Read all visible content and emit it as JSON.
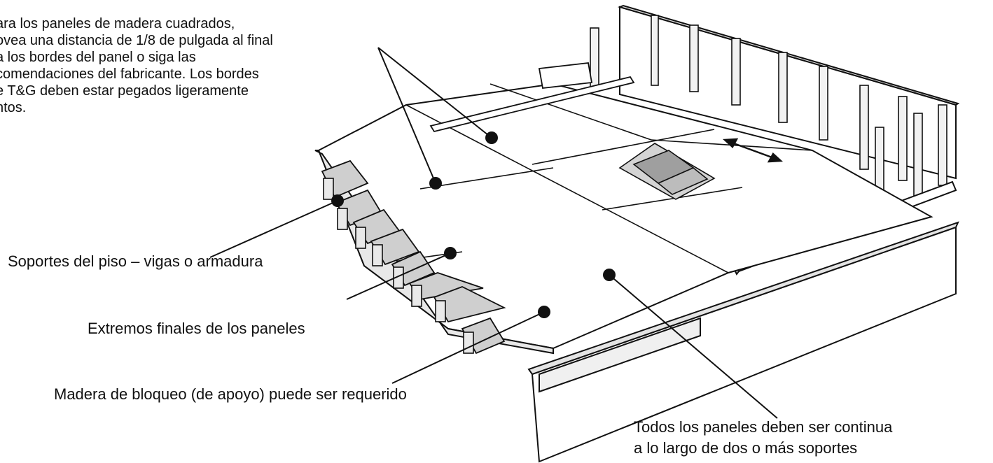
{
  "note": {
    "lines": [
      "ara los paneles de madera cuadrados,",
      "ovea una distancia de 1/8 de pulgada al final",
      "a los bordes del panel o siga las",
      "comendaciones del fabricante.  Los bordes",
      "e T&G deben estar pegados ligeramente",
      "ntos."
    ]
  },
  "labels": {
    "supports": "Soportes del piso – vigas o armadura",
    "panel_ends": "Extremos finales de los paneles",
    "blocking": "Madera de bloqueo (de apoyo) puede ser requerido",
    "all_panels_line1": "Todos los paneles deben ser continua",
    "all_panels_line2": "a lo largo de dos o más soportes"
  },
  "colors": {
    "line": "#111111",
    "panel": "#ffffff",
    "shade": "#d6d6d6",
    "dark_shade": "#9a9a9a"
  }
}
